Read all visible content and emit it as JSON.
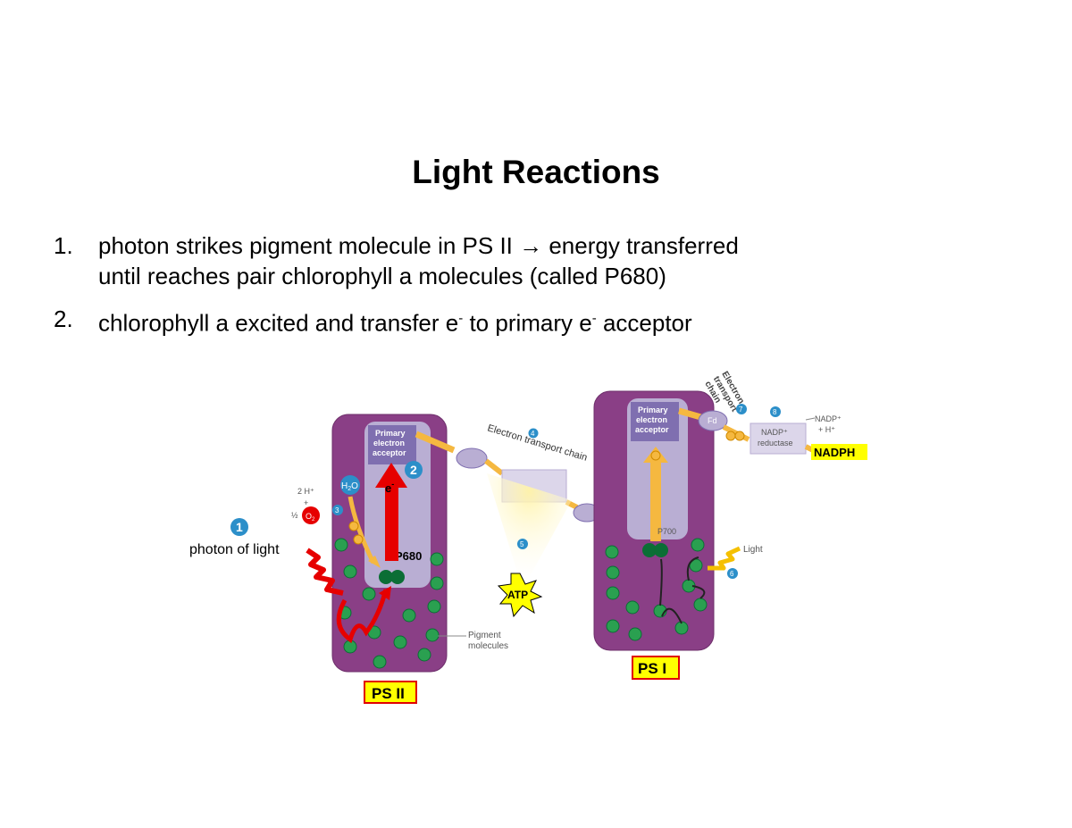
{
  "slide": {
    "title": "Light Reactions",
    "bullets": [
      {
        "num": "1.",
        "line1_a": "photon strikes pigment molecule in PS II ",
        "arrow": "→",
        "line1_b": " energy transferred",
        "line2": "until reaches pair chlorophyll a molecules (called P680)"
      },
      {
        "num": "2.",
        "text_a": "chlorophyll a excited and transfer e",
        "sup1": "-",
        "text_b": " to primary e",
        "sup2": "-",
        "text_c": " acceptor"
      }
    ]
  },
  "diagram": {
    "ps2": {
      "acceptor_lines": [
        "Primary",
        "electron",
        "acceptor"
      ],
      "p680": "P680",
      "electron": "e",
      "electron_sup": "-",
      "water": "H",
      "water_sub": "2",
      "water_o": "O",
      "products_lines": [
        "2 H⁺",
        "+"
      ],
      "half_o2": "½",
      "o2": "O",
      "o2_sub": "2",
      "label": "PS II"
    },
    "ps1": {
      "acceptor_lines": [
        "Primary",
        "electron",
        "acceptor"
      ],
      "p700": "P700",
      "light": "Light",
      "label": "PS I"
    },
    "steps": {
      "s1": "1",
      "s2": "2",
      "s3": "3",
      "s4": "4",
      "s5": "5",
      "s6": "6",
      "s7": "7",
      "s8": "8"
    },
    "photon_label": "photon of light",
    "etc1_label": "Electron transport chain",
    "etc2_lines": [
      "Electron",
      "transport",
      "chain"
    ],
    "atp": "ATP",
    "fd": "Fd",
    "reductase_lines": [
      "NADP⁺",
      "reductase"
    ],
    "nadp_lines": [
      "NADP⁺",
      "+ H⁺"
    ],
    "nadph": "NADPH",
    "pigment_lines": [
      "Pigment",
      "molecules"
    ],
    "electron_glyph": "e"
  },
  "colors": {
    "membrane": "#8a3f86",
    "membrane_edge": "#6e2f6b",
    "core": "#b9aed3",
    "acceptor": "#7f6fb0",
    "pigment": "#2aa050",
    "pigment_dark": "#0b6e35",
    "arrow_orange": "#f5b840",
    "step_blue": "#2c8fc9",
    "highlight_yellow": "#ffff00",
    "highlight_border": "#e00000",
    "red": "#e60000"
  }
}
